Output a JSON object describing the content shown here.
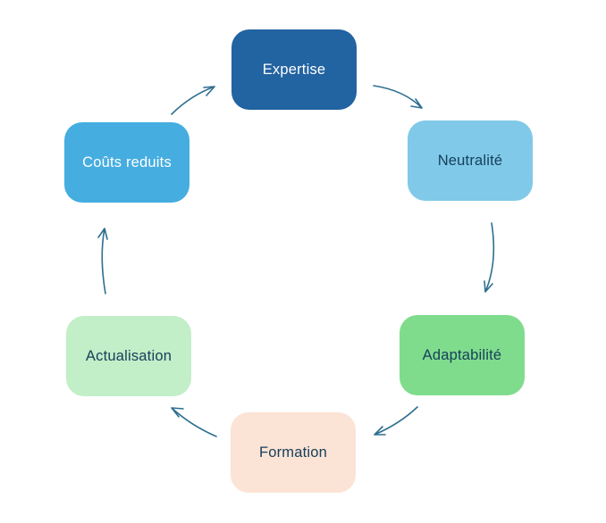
{
  "diagram": {
    "type": "cycle",
    "background": "#ffffff",
    "arrow_color": "#2e6e90",
    "nodes": [
      {
        "id": "expertise",
        "label": "Expertise",
        "bg": "#2263a1",
        "fg": "#ffffff"
      },
      {
        "id": "neutralite",
        "label": "Neutralité",
        "bg": "#80c9e9",
        "fg": "#17405a"
      },
      {
        "id": "adaptabilite",
        "label": "Adaptabilité",
        "bg": "#7fdc8d",
        "fg": "#17405a"
      },
      {
        "id": "formation",
        "label": "Formation",
        "bg": "#fbe3d5",
        "fg": "#17405a"
      },
      {
        "id": "actualisation",
        "label": "Actualisation",
        "bg": "#c2eec8",
        "fg": "#17405a"
      },
      {
        "id": "couts_reduits",
        "label": "Coûts reduits",
        "bg": "#45ade0",
        "fg": "#ffffff"
      }
    ],
    "edges": [
      {
        "from": "expertise",
        "to": "neutralite"
      },
      {
        "from": "neutralite",
        "to": "adaptabilite"
      },
      {
        "from": "adaptabilite",
        "to": "formation"
      },
      {
        "from": "formation",
        "to": "actualisation"
      },
      {
        "from": "actualisation",
        "to": "couts_reduits"
      },
      {
        "from": "couts_reduits",
        "to": "expertise"
      }
    ]
  }
}
